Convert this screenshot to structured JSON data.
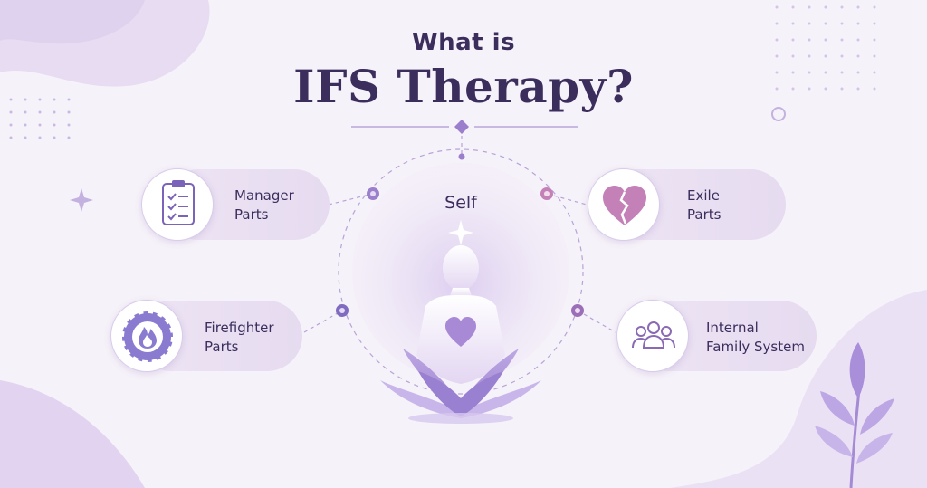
{
  "title": {
    "line1": "What is",
    "line2": "IFS Therapy?"
  },
  "center": {
    "label": "Self"
  },
  "parts": {
    "manager": {
      "line1": "Manager",
      "line2": "Parts",
      "icon": "clipboard-checklist-icon"
    },
    "exile": {
      "line1": "Exile",
      "line2": "Parts",
      "icon": "broken-heart-icon"
    },
    "firefighter": {
      "line1": "Firefighter",
      "line2": "Parts",
      "icon": "flame-badge-icon"
    },
    "family": {
      "line1": "Internal",
      "line2": "Family System",
      "icon": "people-group-icon"
    }
  },
  "colors": {
    "title": "#3b2d5c",
    "accent": "#9b7fcc",
    "pink": "#c481b7",
    "background": "#f6f2f9"
  }
}
